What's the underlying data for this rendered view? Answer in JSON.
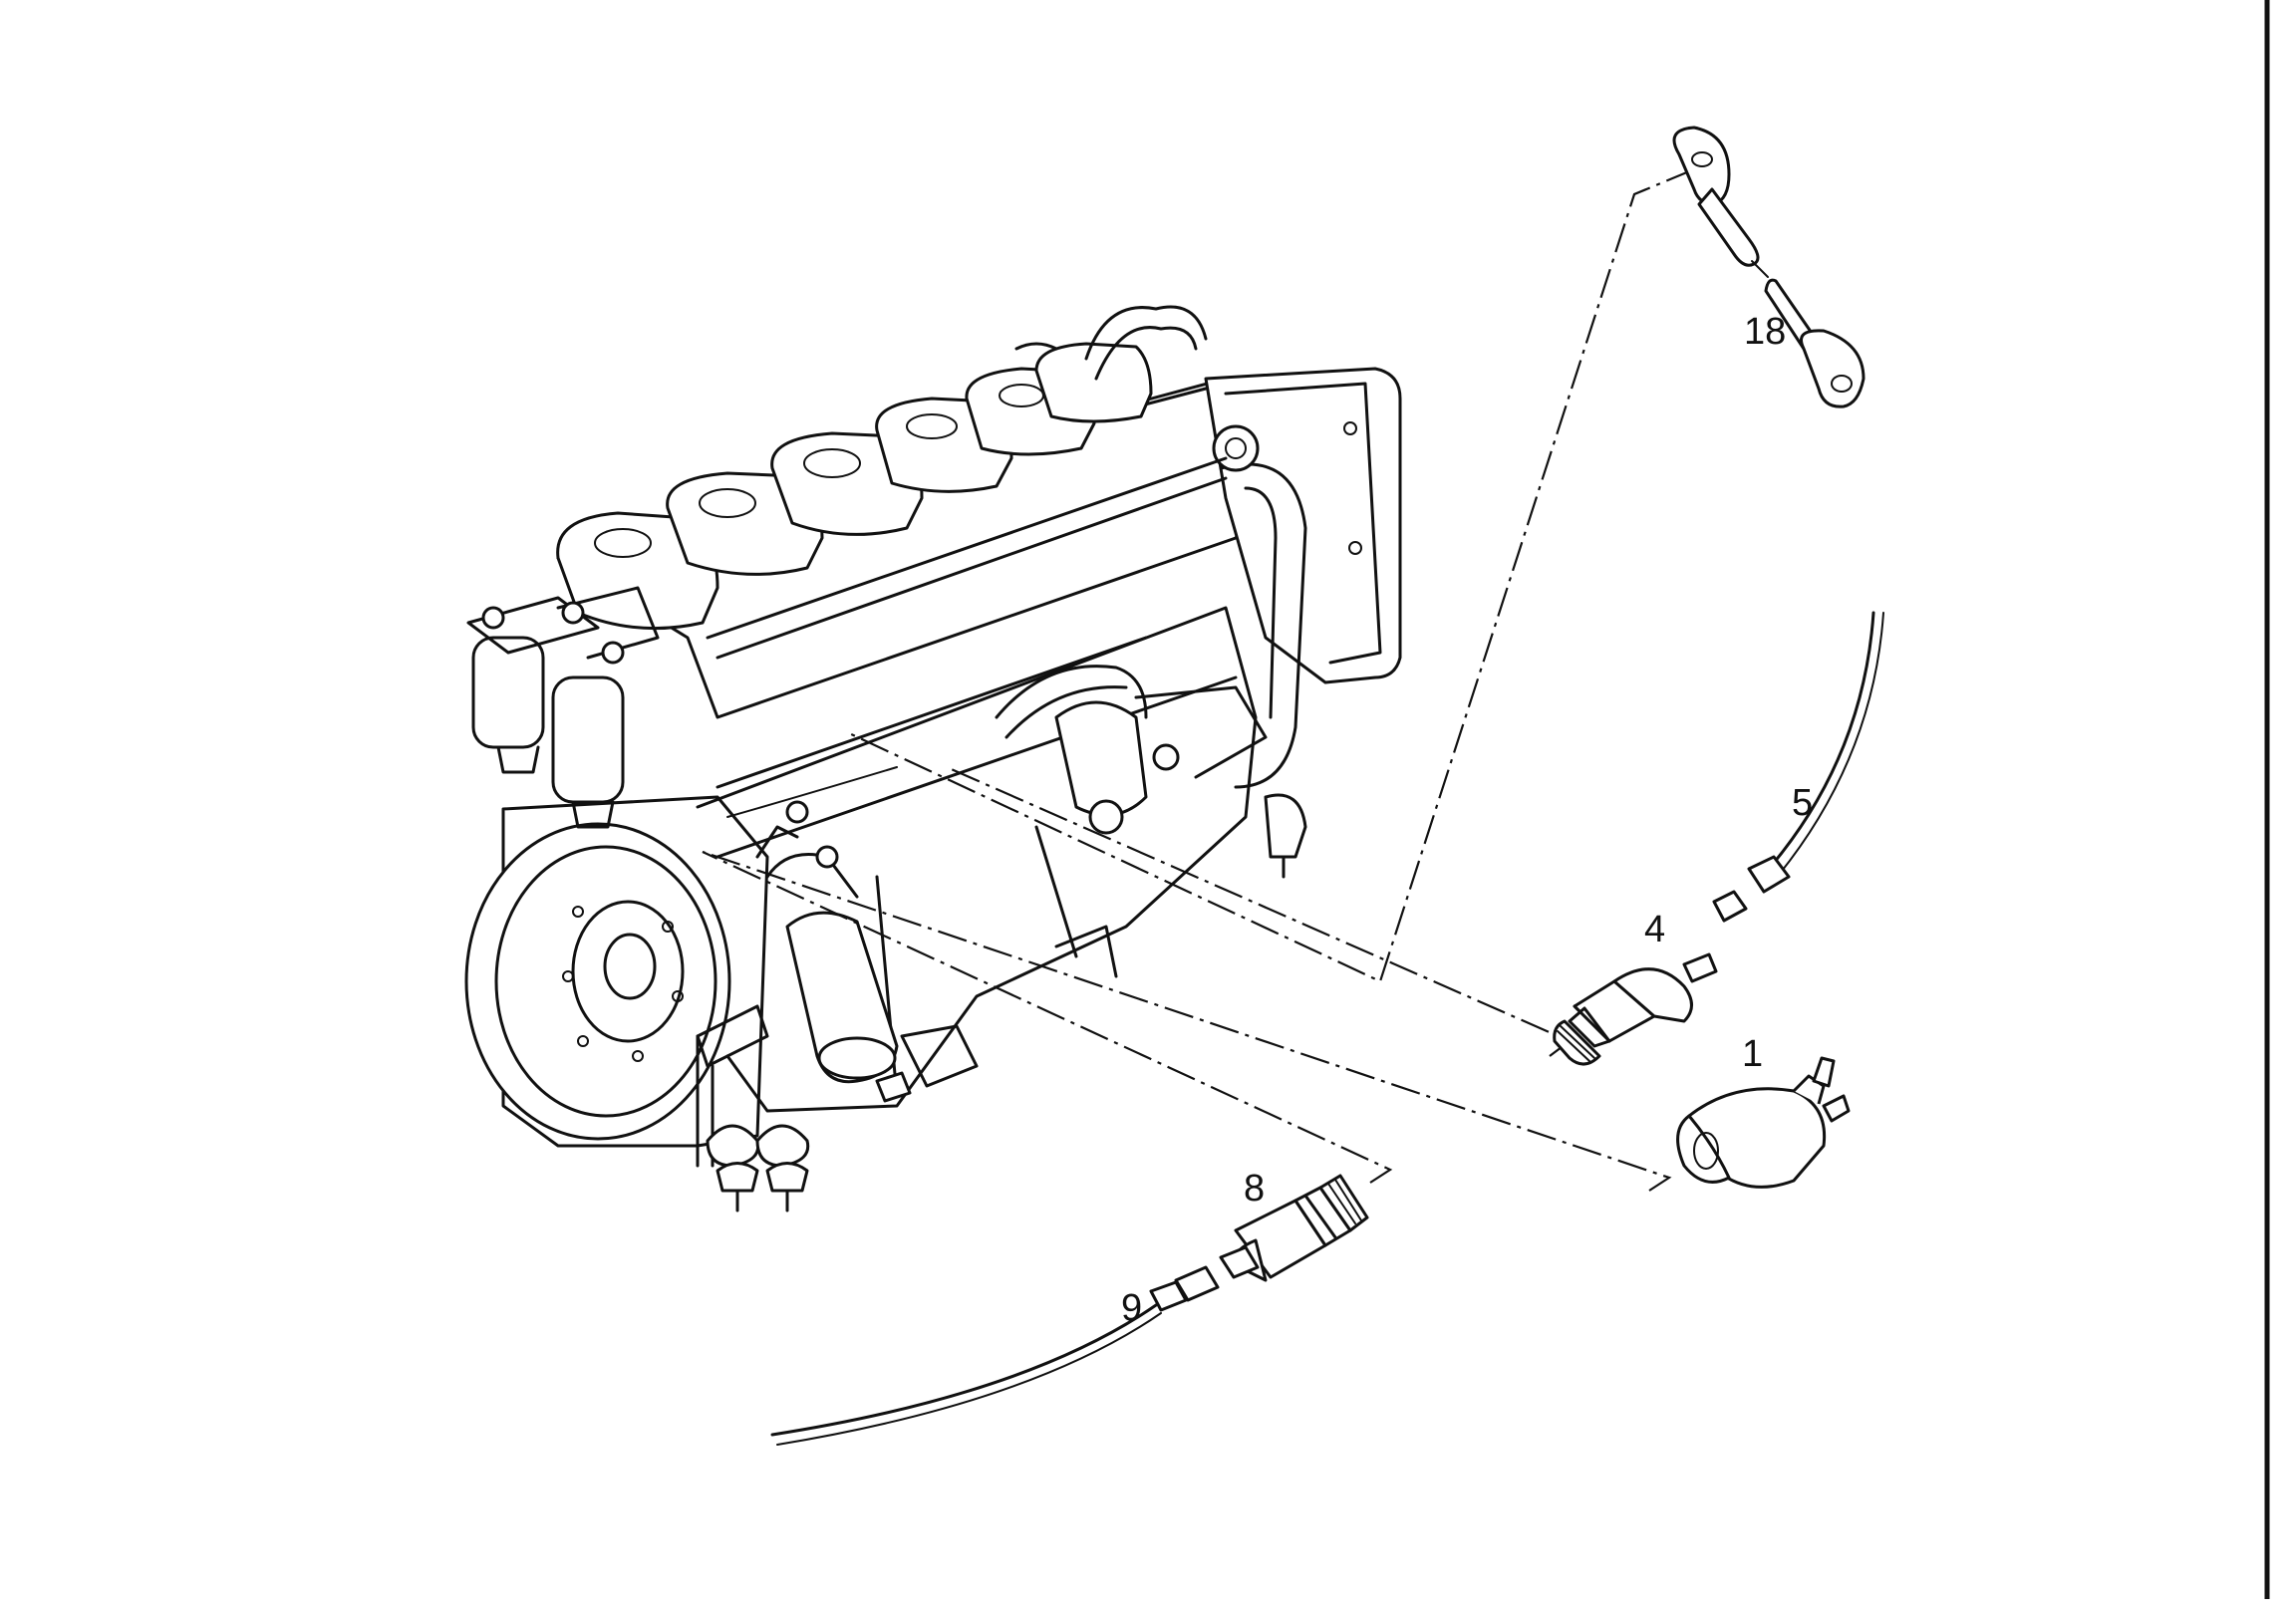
{
  "callouts": {
    "part_1": "1",
    "part_4": "4",
    "part_5": "5",
    "part_8": "8",
    "part_9": "9",
    "part_18": "18"
  }
}
